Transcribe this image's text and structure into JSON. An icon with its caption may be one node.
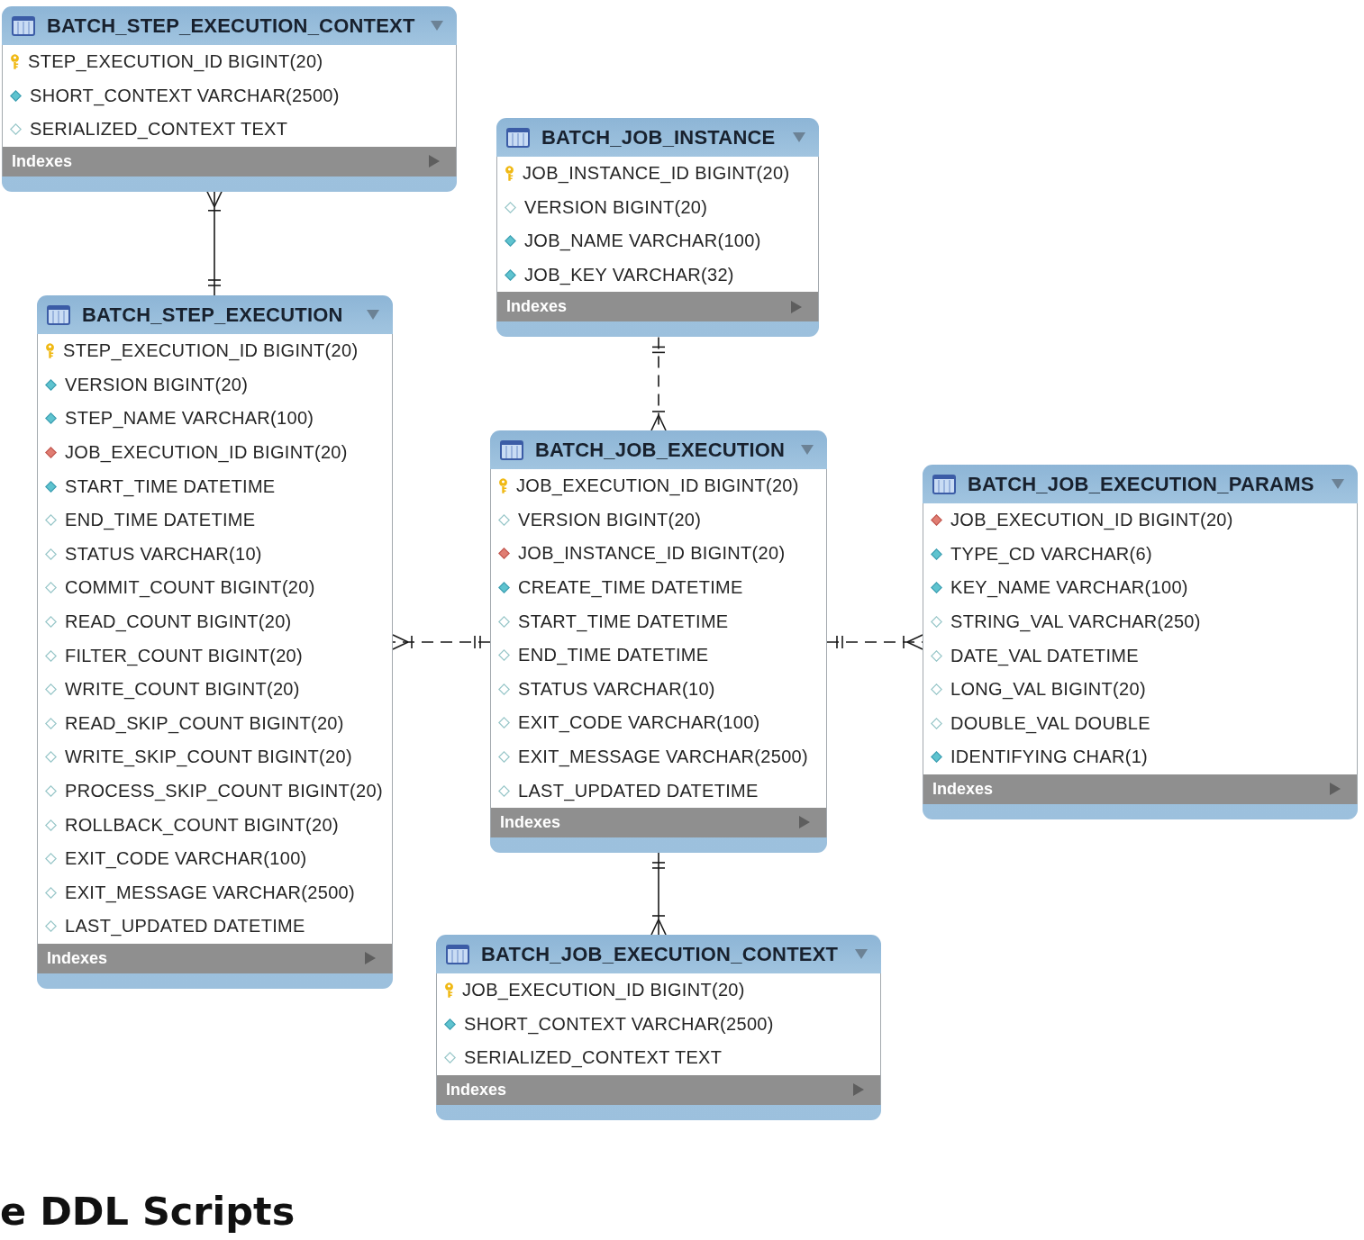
{
  "diagram": {
    "nodes": [
      {
        "text": [
          "BATCH_STEP_EXECUTION_CONTEXT",
          "STEP_EXECUTION_ID BIGINT(20)",
          "SHORT_CONTEXT VARCHAR(2500)",
          "SERIALIZED_CONTEXT TEXT",
          "Indexes"
        ]
      },
      {
        "text": [
          "BATCH_JOB_INSTANCE",
          "JOB_INSTANCE_ID BIGINT(20)",
          "VERSION BIGINT(20)",
          "JOB_NAME VARCHAR(100)",
          "JOB_KEY VARCHAR(32)",
          "Indexes"
        ]
      },
      {
        "text": [
          "BATCH_STEP_EXECUTION",
          "STEP_EXECUTION_ID BIGINT(20)",
          "VERSION BIGINT(20)",
          "STEP_NAME VARCHAR(100)",
          "JOB_EXECUTION_ID BIGINT(20)",
          "START_TIME DATETIME",
          "END_TIME DATETIME",
          "STATUS VARCHAR(10)",
          "COMMIT_COUNT BIGINT(20)",
          "READ_COUNT BIGINT(20)",
          "FILTER_COUNT BIGINT(20)",
          "WRITE_COUNT BIGINT(20)",
          "READ_SKIP_COUNT BIGINT(20)",
          "WRITE_SKIP_COUNT BIGINT(20)",
          "PROCESS_SKIP_COUNT BIGINT(20)",
          "ROLLBACK_COUNT BIGINT(20)",
          "EXIT_CODE VARCHAR(100)",
          "EXIT_MESSAGE VARCHAR(2500)",
          "LAST_UPDATED DATETIME",
          "Indexes"
        ]
      },
      {
        "text": [
          "BATCH_JOB_EXECUTION",
          "JOB_EXECUTION_ID BIGINT(20)",
          "VERSION BIGINT(20)",
          "JOB_INSTANCE_ID BIGINT(20)",
          "CREATE_TIME DATETIME",
          "START_TIME DATETIME",
          "END_TIME DATETIME",
          "STATUS VARCHAR(10)",
          "EXIT_CODE VARCHAR(100)",
          "EXIT_MESSAGE VARCHAR(2500)",
          "LAST_UPDATED DATETIME",
          "Indexes"
        ]
      },
      {
        "text": [
          "BATCH_JOB_EXECUTION_PARAMS",
          "JOB_EXECUTION_ID BIGINT(20)",
          "TYPE_CD VARCHAR(6)",
          "KEY_NAME VARCHAR(100)",
          "STRING_VAL VARCHAR(250)",
          "DATE_VAL DATETIME",
          "LONG_VAL BIGINT(20)",
          "DOUBLE_VAL DOUBLE",
          "IDENTIFYING CHAR(1)",
          "Indexes"
        ]
      },
      {
        "text": [
          "BATCH_JOB_EXECUTION_CONTEXT",
          "JOB_EXECUTION_ID BIGINT(20)",
          "SHORT_CONTEXT VARCHAR(2500)",
          "SERIALIZED_CONTEXT TEXT",
          "Indexes"
        ]
      }
    ],
    "edges": [
      {
        "from": 2,
        "to": 0,
        "arrow": "other"
      },
      {
        "from": 1,
        "to": 3,
        "arrow": "other",
        "style": "dashed"
      },
      {
        "from": 3,
        "to": 2,
        "arrow": "other",
        "style": "dashed"
      },
      {
        "from": 3,
        "to": 4,
        "arrow": "other",
        "style": "dashed"
      },
      {
        "from": 3,
        "to": 5,
        "arrow": "other"
      }
    ],
    "labels": [
      "e DDL Scripts"
    ]
  }
}
